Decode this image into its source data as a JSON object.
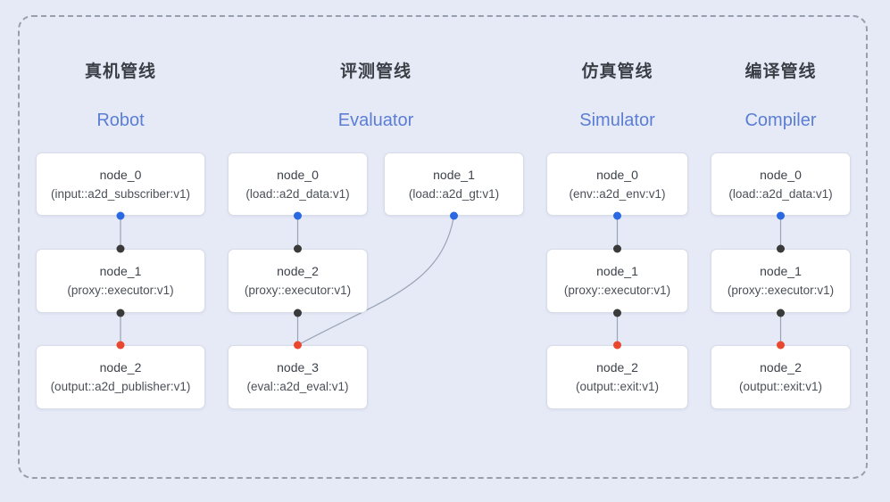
{
  "pipelines": [
    {
      "title_zh": "真机管线",
      "title_en": "Robot",
      "nodes": [
        {
          "name": "node_0",
          "impl": "(input::a2d_subscriber:v1)"
        },
        {
          "name": "node_1",
          "impl": "(proxy::executor:v1)"
        },
        {
          "name": "node_2",
          "impl": "(output::a2d_publisher:v1)"
        }
      ],
      "connections": [
        "node_0 -> node_1",
        "node_1 -> node_2"
      ]
    },
    {
      "title_zh": "评测管线",
      "title_en": "Evaluator",
      "nodes": [
        {
          "name": "node_0",
          "impl": "(load::a2d_data:v1)"
        },
        {
          "name": "node_1",
          "impl": "(load::a2d_gt:v1)"
        },
        {
          "name": "node_2",
          "impl": "(proxy::executor:v1)"
        },
        {
          "name": "node_3",
          "impl": "(eval::a2d_eval:v1)"
        }
      ],
      "connections": [
        "node_0 -> node_2",
        "node_1 -> node_3",
        "node_2 -> node_3"
      ]
    },
    {
      "title_zh": "仿真管线",
      "title_en": "Simulator",
      "nodes": [
        {
          "name": "node_0",
          "impl": "(env::a2d_env:v1)"
        },
        {
          "name": "node_1",
          "impl": "(proxy::executor:v1)"
        },
        {
          "name": "node_2",
          "impl": "(output::exit:v1)"
        }
      ],
      "connections": [
        "node_0 -> node_1",
        "node_1 -> node_2"
      ]
    },
    {
      "title_zh": "编译管线",
      "title_en": "Compiler",
      "nodes": [
        {
          "name": "node_0",
          "impl": "(load::a2d_data:v1)"
        },
        {
          "name": "node_1",
          "impl": "(proxy::executor:v1)"
        },
        {
          "name": "node_2",
          "impl": "(output::exit:v1)"
        }
      ],
      "connections": [
        "node_0 -> node_1",
        "node_1 -> node_2"
      ]
    }
  ],
  "colors": {
    "background": "#e6eaf7",
    "frame_dash": "#979fad",
    "node_bg": "#ffffff",
    "node_border": "#d8dce6",
    "title_zh": "#3a3f46",
    "title_en": "#5b7ed3",
    "edge": "#9aa4b6",
    "port_output_dot": "#2a69e2",
    "port_input_dot": "#3a3a3a",
    "port_final_dot": "#e9482f"
  }
}
